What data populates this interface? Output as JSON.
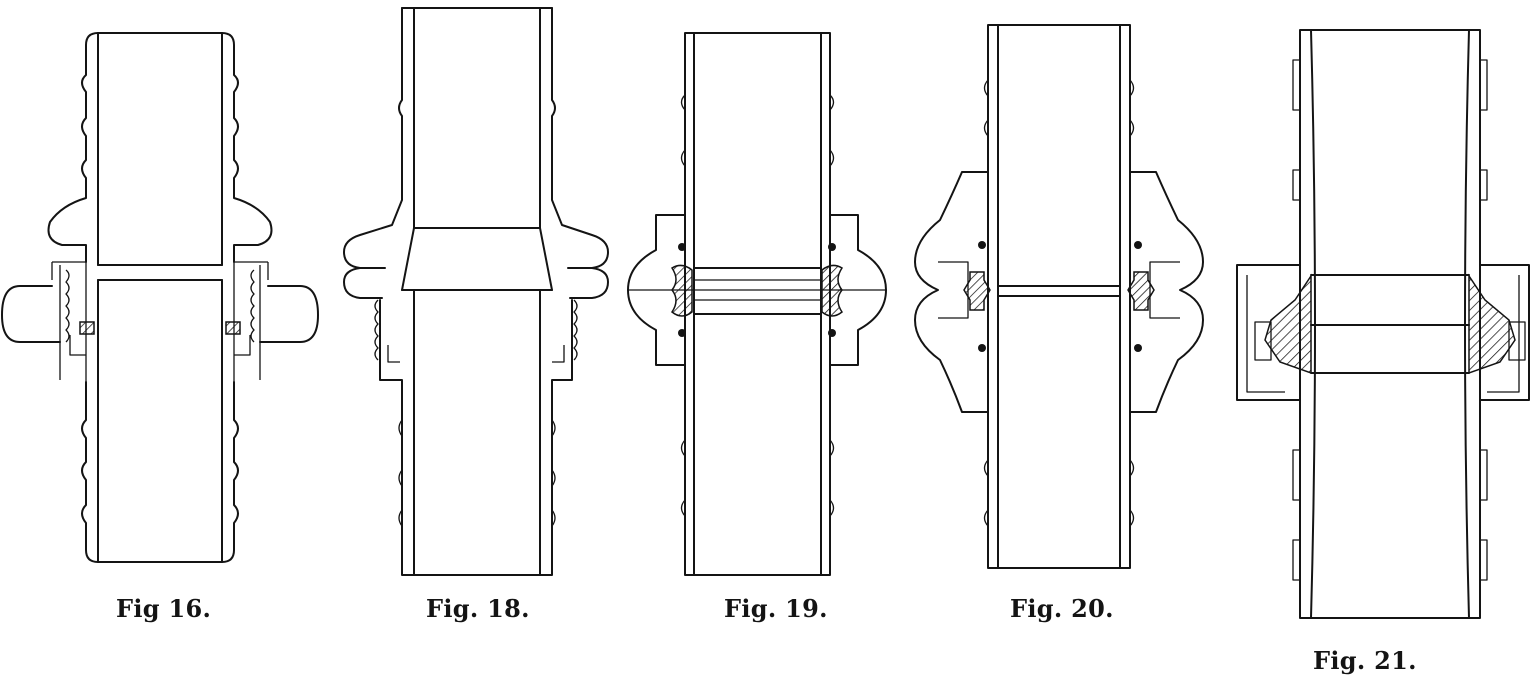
{
  "figures": [
    {
      "id": "fig16",
      "caption": "Fig 16."
    },
    {
      "id": "fig18",
      "caption": "Fig. 18."
    },
    {
      "id": "fig19",
      "caption": "Fig. 19."
    },
    {
      "id": "fig20",
      "caption": "Fig. 20."
    },
    {
      "id": "fig21",
      "caption": "Fig. 21."
    }
  ]
}
